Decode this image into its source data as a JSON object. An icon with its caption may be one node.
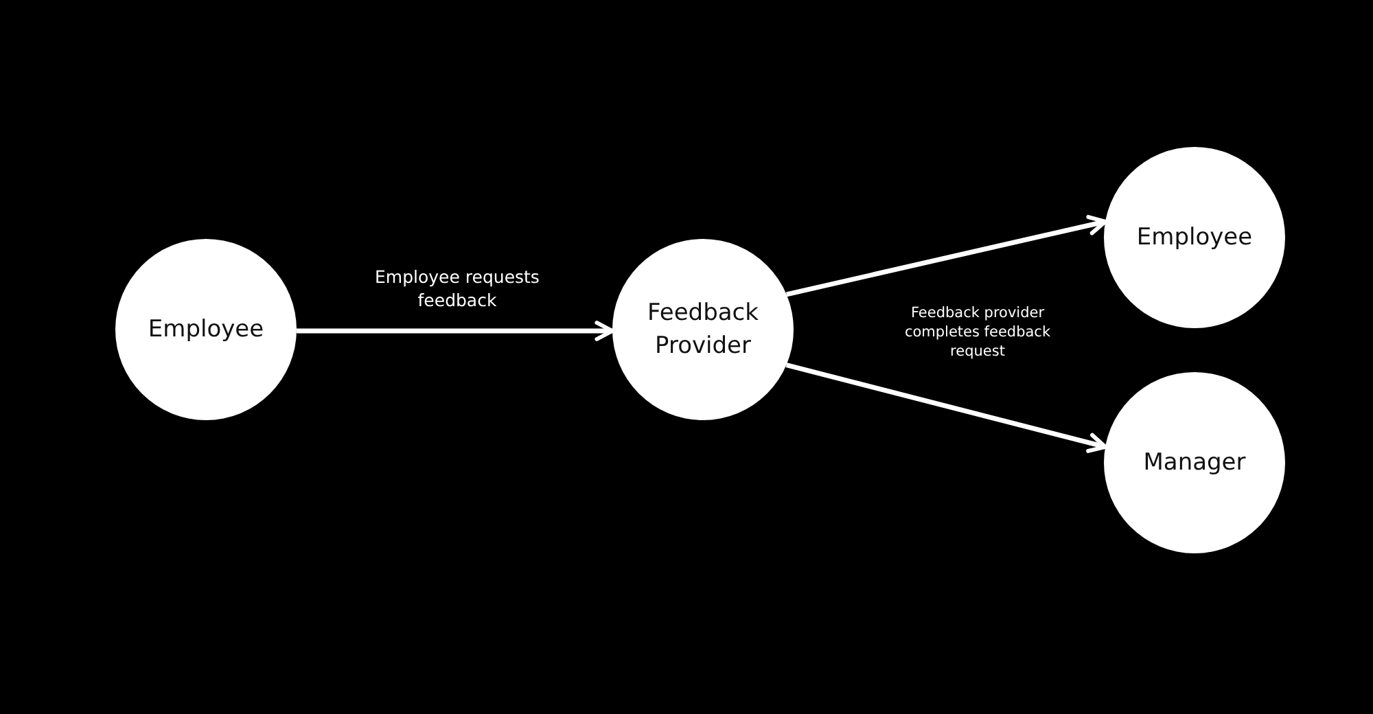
{
  "diagram": {
    "nodes": [
      {
        "text": [
          "Employee"
        ]
      },
      {
        "text": [
          "Feedback Provider"
        ]
      },
      {
        "text": [
          "Employee"
        ]
      },
      {
        "text": [
          "Manager"
        ]
      }
    ],
    "edges": [
      {
        "from": 0,
        "to": 1,
        "arrow": "to",
        "label": "Employee requests feedback"
      },
      {
        "from": 1,
        "to": 2,
        "arrow": "to"
      },
      {
        "from": 1,
        "to": 3,
        "arrow": "to"
      }
    ],
    "labels": [
      "Feedback provider completes feedback request"
    ]
  }
}
